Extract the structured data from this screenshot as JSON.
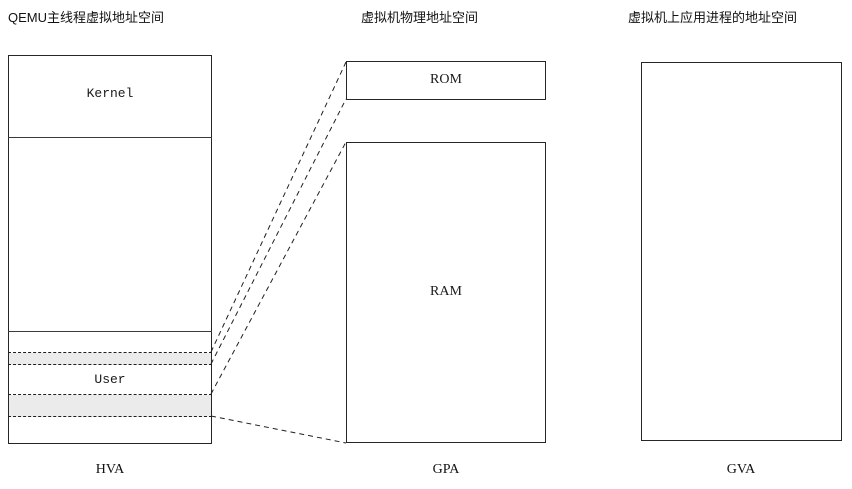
{
  "diagram": {
    "title_hva": "QEMU主线程虚拟地址空间",
    "title_gpa": "虚拟机物理地址空间",
    "title_gva": "虚拟机上应用进程的地址空间",
    "footer_hva": "HVA",
    "footer_gpa": "GPA",
    "footer_gva": "GVA"
  },
  "hva_space": {
    "kernel_label": "Kernel",
    "user_label": "User"
  },
  "gpa_space": {
    "rom_label": "ROM",
    "ram_label": "RAM"
  },
  "gva_space": {
    "body_label": ""
  },
  "colors": {
    "outline": "#262626",
    "divider": "#3a3a3a",
    "dashed": "#1f1f1f",
    "band_fill": "#ebebeb",
    "background": "#ffffff"
  }
}
